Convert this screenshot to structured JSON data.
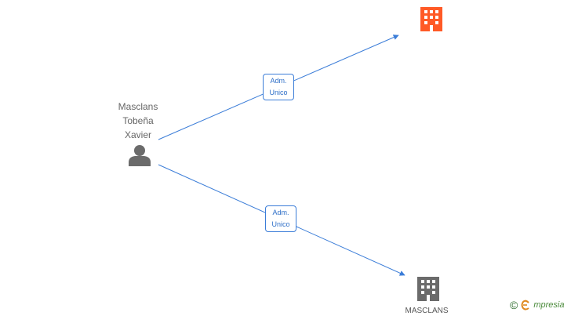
{
  "person": {
    "name_lines": [
      "Masclans",
      "Tobeña",
      "Xavier"
    ]
  },
  "edges": [
    {
      "role_line1": "Adm.",
      "role_line2": "Unico"
    },
    {
      "role_line1": "Adm.",
      "role_line2": "Unico"
    }
  ],
  "companies": [
    {
      "label": "",
      "color": "#ff5a26"
    },
    {
      "label": "MASCLANS",
      "color": "#6b6b6b"
    }
  ],
  "colors": {
    "edge": "#3b7dd8",
    "person_icon": "#6b6b6b"
  },
  "watermark": {
    "symbol": "©",
    "text": "mpresia"
  }
}
